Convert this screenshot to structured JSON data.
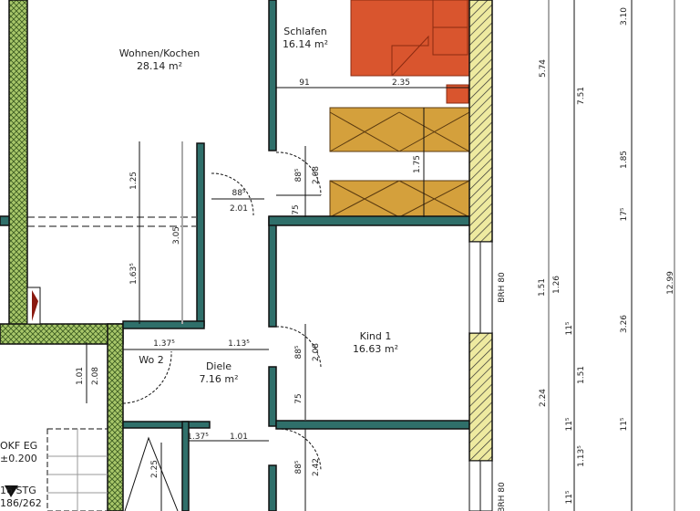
{
  "colors": {
    "interior_wall": "#2f6f6a",
    "exterior_wall_left": "#a8c76a",
    "exterior_wall_right": "#eeeaa0",
    "bed": "#d9552e",
    "wardrobe": "#d4a03c"
  },
  "rooms": {
    "wohnen": {
      "name": "Wohnen/Kochen",
      "area": "28.14 m²"
    },
    "schlafen": {
      "name": "Schlafen",
      "area": "16.14 m²"
    },
    "kind1": {
      "name": "Kind 1",
      "area": "16.63 m²"
    },
    "diele": {
      "name": "Diele",
      "area": "7.16 m²"
    },
    "wo2": {
      "name": "Wo 2"
    }
  },
  "level": {
    "label": "OKF EG",
    "value": "±0.200"
  },
  "stairs": {
    "count": "16 STG",
    "ratio": "186/262"
  },
  "dims": [
    "91",
    "2.35",
    "1.75",
    "1.25",
    "3.05",
    "1.63⁵",
    "88⁵",
    "2.01",
    "88⁵",
    "2.08",
    "75",
    "1.37⁵",
    "1.13⁵",
    "88⁵",
    "2.08",
    "75",
    "1.01",
    "2.08",
    "1.37⁵",
    "1.01",
    "2.25",
    "88⁵",
    "2.42",
    "BRH 80",
    "5.74",
    "1.51",
    "1.26",
    "2.24",
    "7.51",
    "11⁵",
    "1.51",
    "11⁵",
    "1.13⁵",
    "11⁵",
    "3.10",
    "1.85",
    "17⁵",
    "3.26",
    "11⁵",
    "12.99",
    "BRH 80"
  ]
}
